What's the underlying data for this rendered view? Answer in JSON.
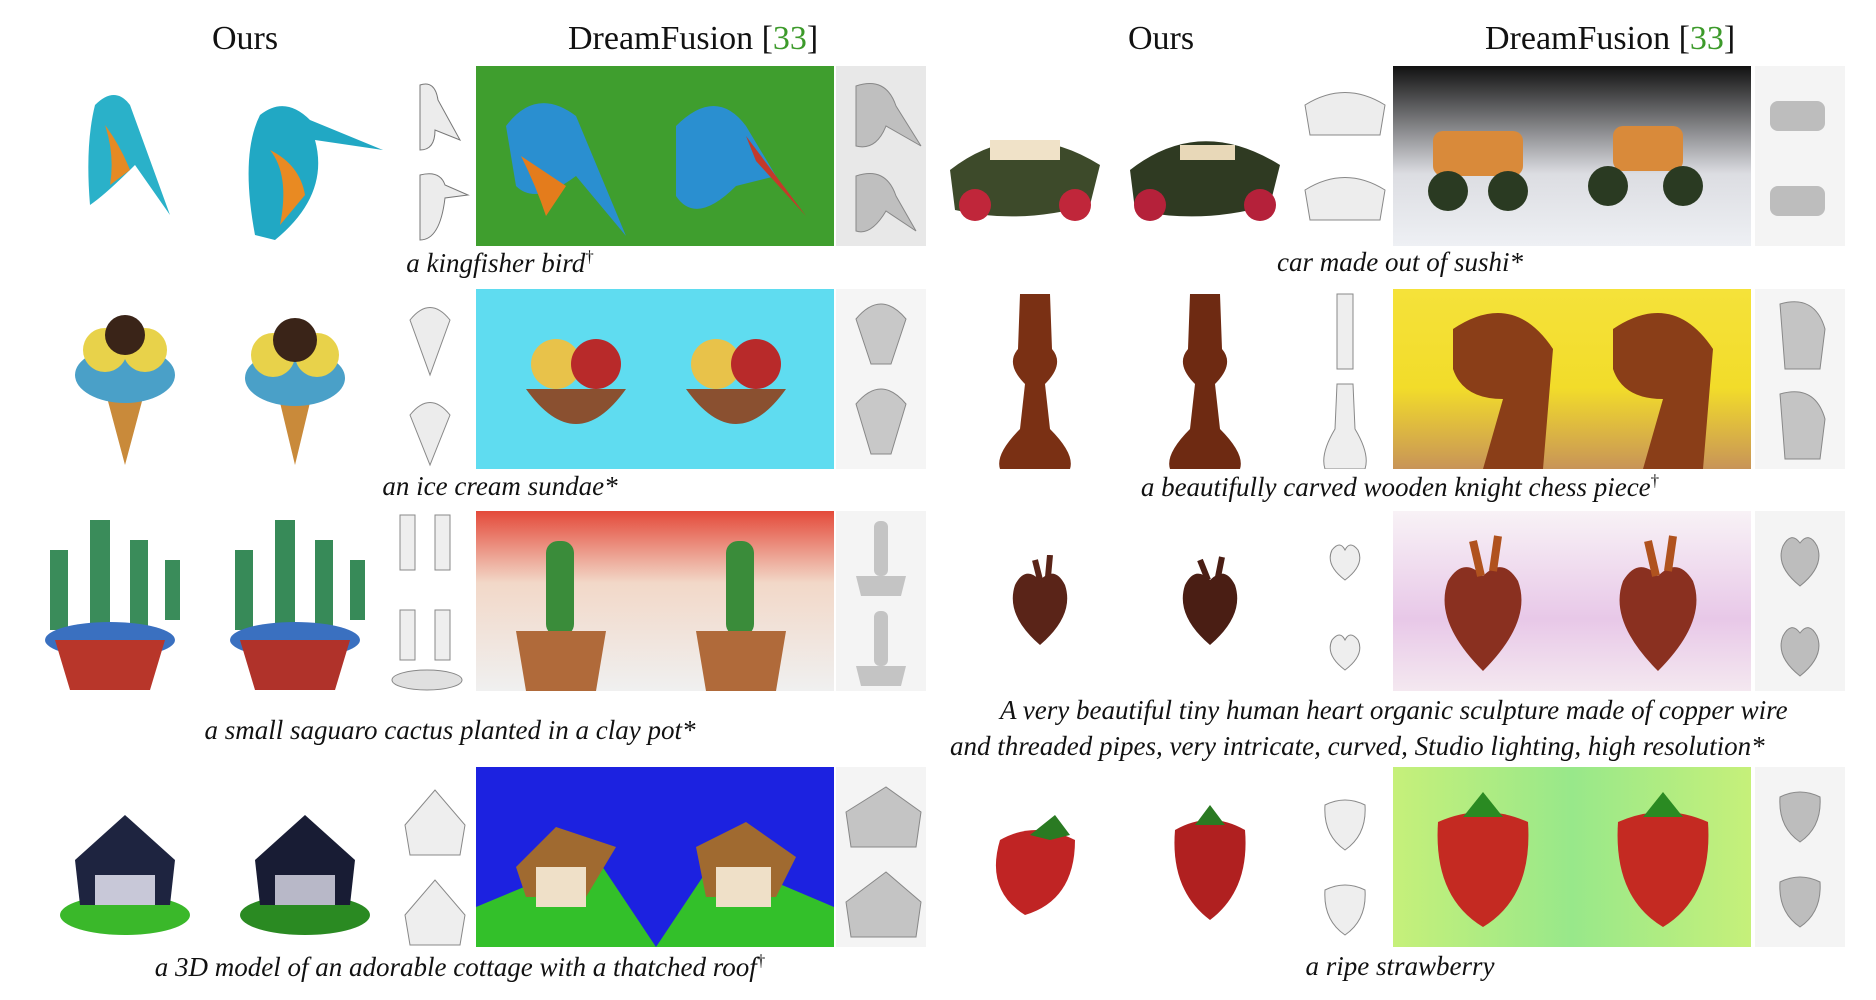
{
  "header": {
    "ours_label": "Ours",
    "dreamfusion_label": "DreamFusion [",
    "dreamfusion_ref": "33",
    "dreamfusion_close": "]"
  },
  "captions": {
    "kingfisher": {
      "text": "a kingfisher bird",
      "mark": "†"
    },
    "sushi_car": {
      "text": "car made out of sushi*",
      "mark": ""
    },
    "sundae": {
      "text": "an ice cream sundae*",
      "mark": ""
    },
    "chess": {
      "text": "a beautifully carved wooden knight chess piece",
      "mark": "†"
    },
    "cactus": {
      "text": "a small saguaro cactus planted in a clay pot*",
      "mark": ""
    },
    "heart_line1": {
      "text": "A very beautiful tiny human heart organic sculpture made of copper wire",
      "mark": ""
    },
    "heart_line2": {
      "text": "and threaded pipes, very intricate, curved, Studio lighting, high resolution*",
      "mark": ""
    },
    "cottage": {
      "text": "a 3D model of an adorable cottage with a thatched roof",
      "mark": "†"
    },
    "strawberry": {
      "text": "a ripe strawberry",
      "mark": ""
    }
  },
  "colors": {
    "ref_green": "#3c9a2a",
    "kingfisher_bg": "#3f9e2e",
    "sundae_bg": "#5fdcf0",
    "chess_bg": "#f2dc2a",
    "cottage_bg": "#1c22e0",
    "strawberry_bg": "#c6f07a"
  }
}
